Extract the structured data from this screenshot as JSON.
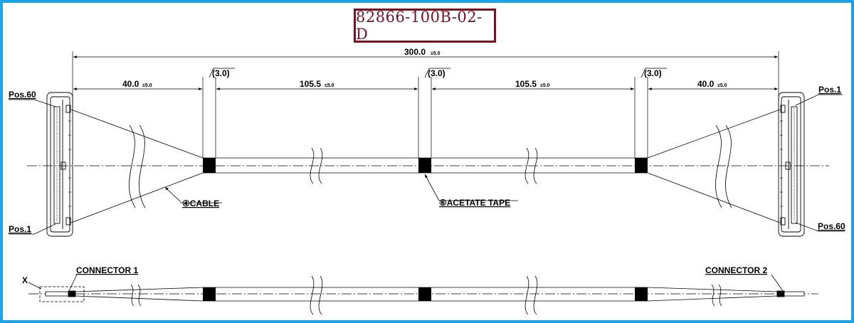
{
  "part_number": "82866-100B-02-D",
  "dimensions": {
    "overall_length": "300.0",
    "overall_tolerance": "±5.0",
    "end_length_left": "40.0",
    "end_length_right": "40.0",
    "end_tolerance": "±5.0",
    "mid_length_left": "105.5",
    "mid_length_right": "105.5",
    "mid_tolerance": "±5.0",
    "tape_width_1": "(3.0)",
    "tape_width_2": "(3.0)",
    "tape_width_3": "(3.0)"
  },
  "labels": {
    "pos60_left": "Pos.60",
    "pos1_left": "Pos.1",
    "pos1_right": "Pos.1",
    "pos60_right": "Pos.60",
    "cable": "④CABLE",
    "acetate_tape": "⑥ACETATE TAPE",
    "connector_1": "CONNECTOR 1",
    "connector_2": "CONNECTOR 2",
    "view_x": "X"
  },
  "colors": {
    "frame_border": "#1fa3e8",
    "title_border": "#7a1020",
    "title_text": "#7a1020",
    "line": "#000000"
  }
}
